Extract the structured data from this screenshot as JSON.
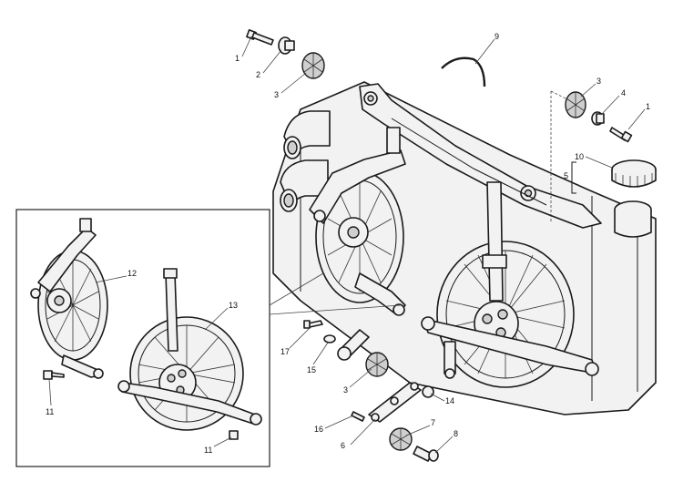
{
  "callouts": {
    "c1a": "1",
    "c2": "2",
    "c3a": "3",
    "c9": "9",
    "c3b": "3",
    "c4": "4",
    "c1b": "1",
    "c10": "10",
    "c5": "5",
    "c12": "12",
    "c13": "13",
    "c17": "17",
    "c15": "15",
    "c3c": "3",
    "c14": "14",
    "c16": "16",
    "c7": "7",
    "c8": "8",
    "c6": "6",
    "c11a": "11",
    "c11b": "11"
  }
}
